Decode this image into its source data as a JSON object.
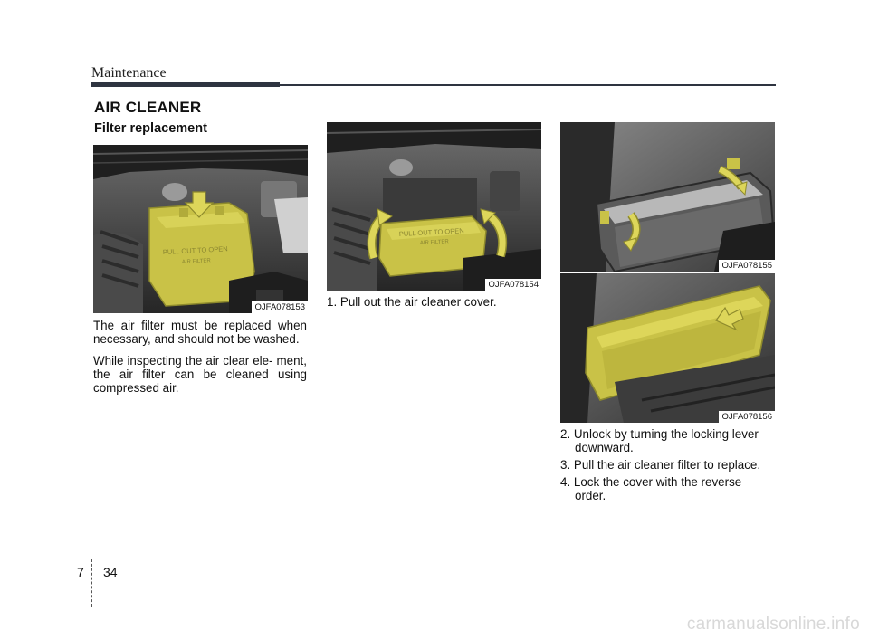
{
  "header": {
    "section": "Maintenance"
  },
  "title": "AIR CLEANER",
  "subtitle": "Filter replacement",
  "figures": {
    "fig1": {
      "code": "OJFA078153",
      "cover_line1": "PULL OUT TO OPEN",
      "cover_line2": "AIR FILTER"
    },
    "fig2": {
      "code": "OJFA078154",
      "cover_line1": "PULL OUT TO OPEN",
      "cover_line2": "AIR FILTER"
    },
    "fig3": {
      "code": "OJFA078155"
    },
    "fig4": {
      "code": "OJFA078156"
    }
  },
  "left_column": {
    "para1": "The air filter must be replaced when necessary, and should not be washed.",
    "para2": "While inspecting the air clear ele- ment, the air filter can be cleaned using compressed air."
  },
  "middle_column": {
    "step1": "1. Pull out the air cleaner cover."
  },
  "right_column": {
    "step2": "2. Unlock by turning the locking lever downward.",
    "step3": "3. Pull the air cleaner filter to replace.",
    "step4": "4. Lock the cover with the reverse order."
  },
  "footer": {
    "chapter": "7",
    "page": "34",
    "watermark": "carmanualsonline.info"
  },
  "colors": {
    "highlight": "#c9c247",
    "rule": "#2e3440"
  }
}
